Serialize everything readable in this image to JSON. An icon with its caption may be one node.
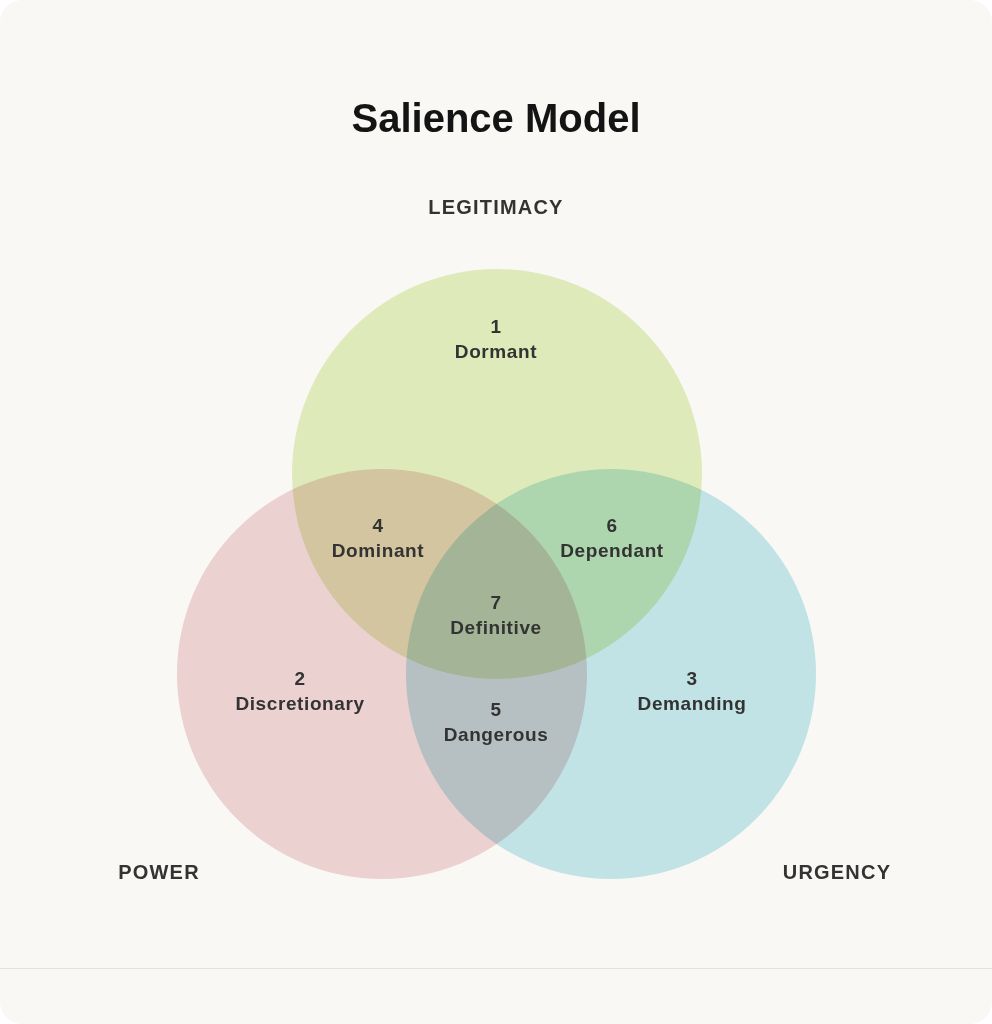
{
  "diagram": {
    "title": "Salience Model",
    "nodes": [
      {
        "text": [
          "LEGITIMACY",
          "1 Dormant"
        ]
      },
      {
        "text": [
          "POWER",
          "2 Discretionary"
        ]
      },
      {
        "text": [
          "URGENCY",
          "3 Demanding"
        ]
      }
    ],
    "labels": [
      "4 Dominant",
      "6 Dependant",
      "7 Definitive",
      "5 Dangerous"
    ]
  }
}
